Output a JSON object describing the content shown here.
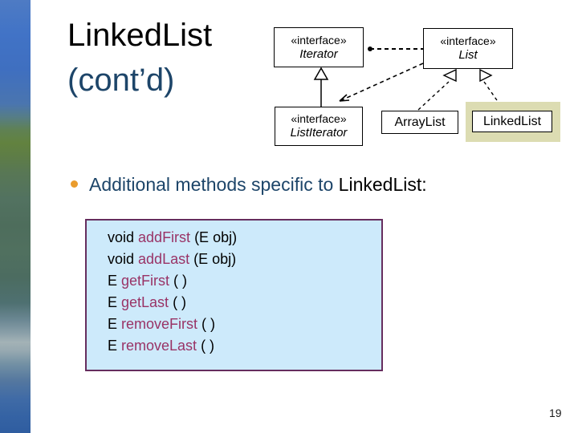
{
  "slide": {
    "title_line1": "LinkedList",
    "title_line2": "(cont’d)",
    "page_number": "19"
  },
  "bullet": {
    "text": "Additional methods specific to ",
    "code_term": "LinkedList:"
  },
  "uml": {
    "iterator": {
      "stereotype": "«interface»",
      "name": "Iterator"
    },
    "list": {
      "stereotype": "«interface»",
      "name": "List"
    },
    "list_iterator": {
      "stereotype": "«interface»",
      "name": "ListIterator"
    },
    "array_list": {
      "name": "ArrayList"
    },
    "linked_list": {
      "name": "LinkedList"
    }
  },
  "methods_box": {
    "lines": [
      {
        "pre": "void ",
        "name": "addFirst",
        "post": " (E obj)"
      },
      {
        "pre": "void ",
        "name": "addLast",
        "post": " (E obj)"
      },
      {
        "pre": "E ",
        "name": "getFirst",
        "post": " ( )"
      },
      {
        "pre": "E ",
        "name": "getLast",
        "post": " ( )"
      },
      {
        "pre": "E ",
        "name": "removeFirst",
        "post": " ( )"
      },
      {
        "pre": "E ",
        "name": "removeLast",
        "post": " ( )"
      }
    ]
  },
  "colors": {
    "title-blue": "#1d4569",
    "bullet-orange": "#ea9c2d",
    "method-maroon": "#993366",
    "code-bg": "#cdeafb",
    "code-border": "#662d5e",
    "highlight-khaki": "#dcdcb2"
  }
}
